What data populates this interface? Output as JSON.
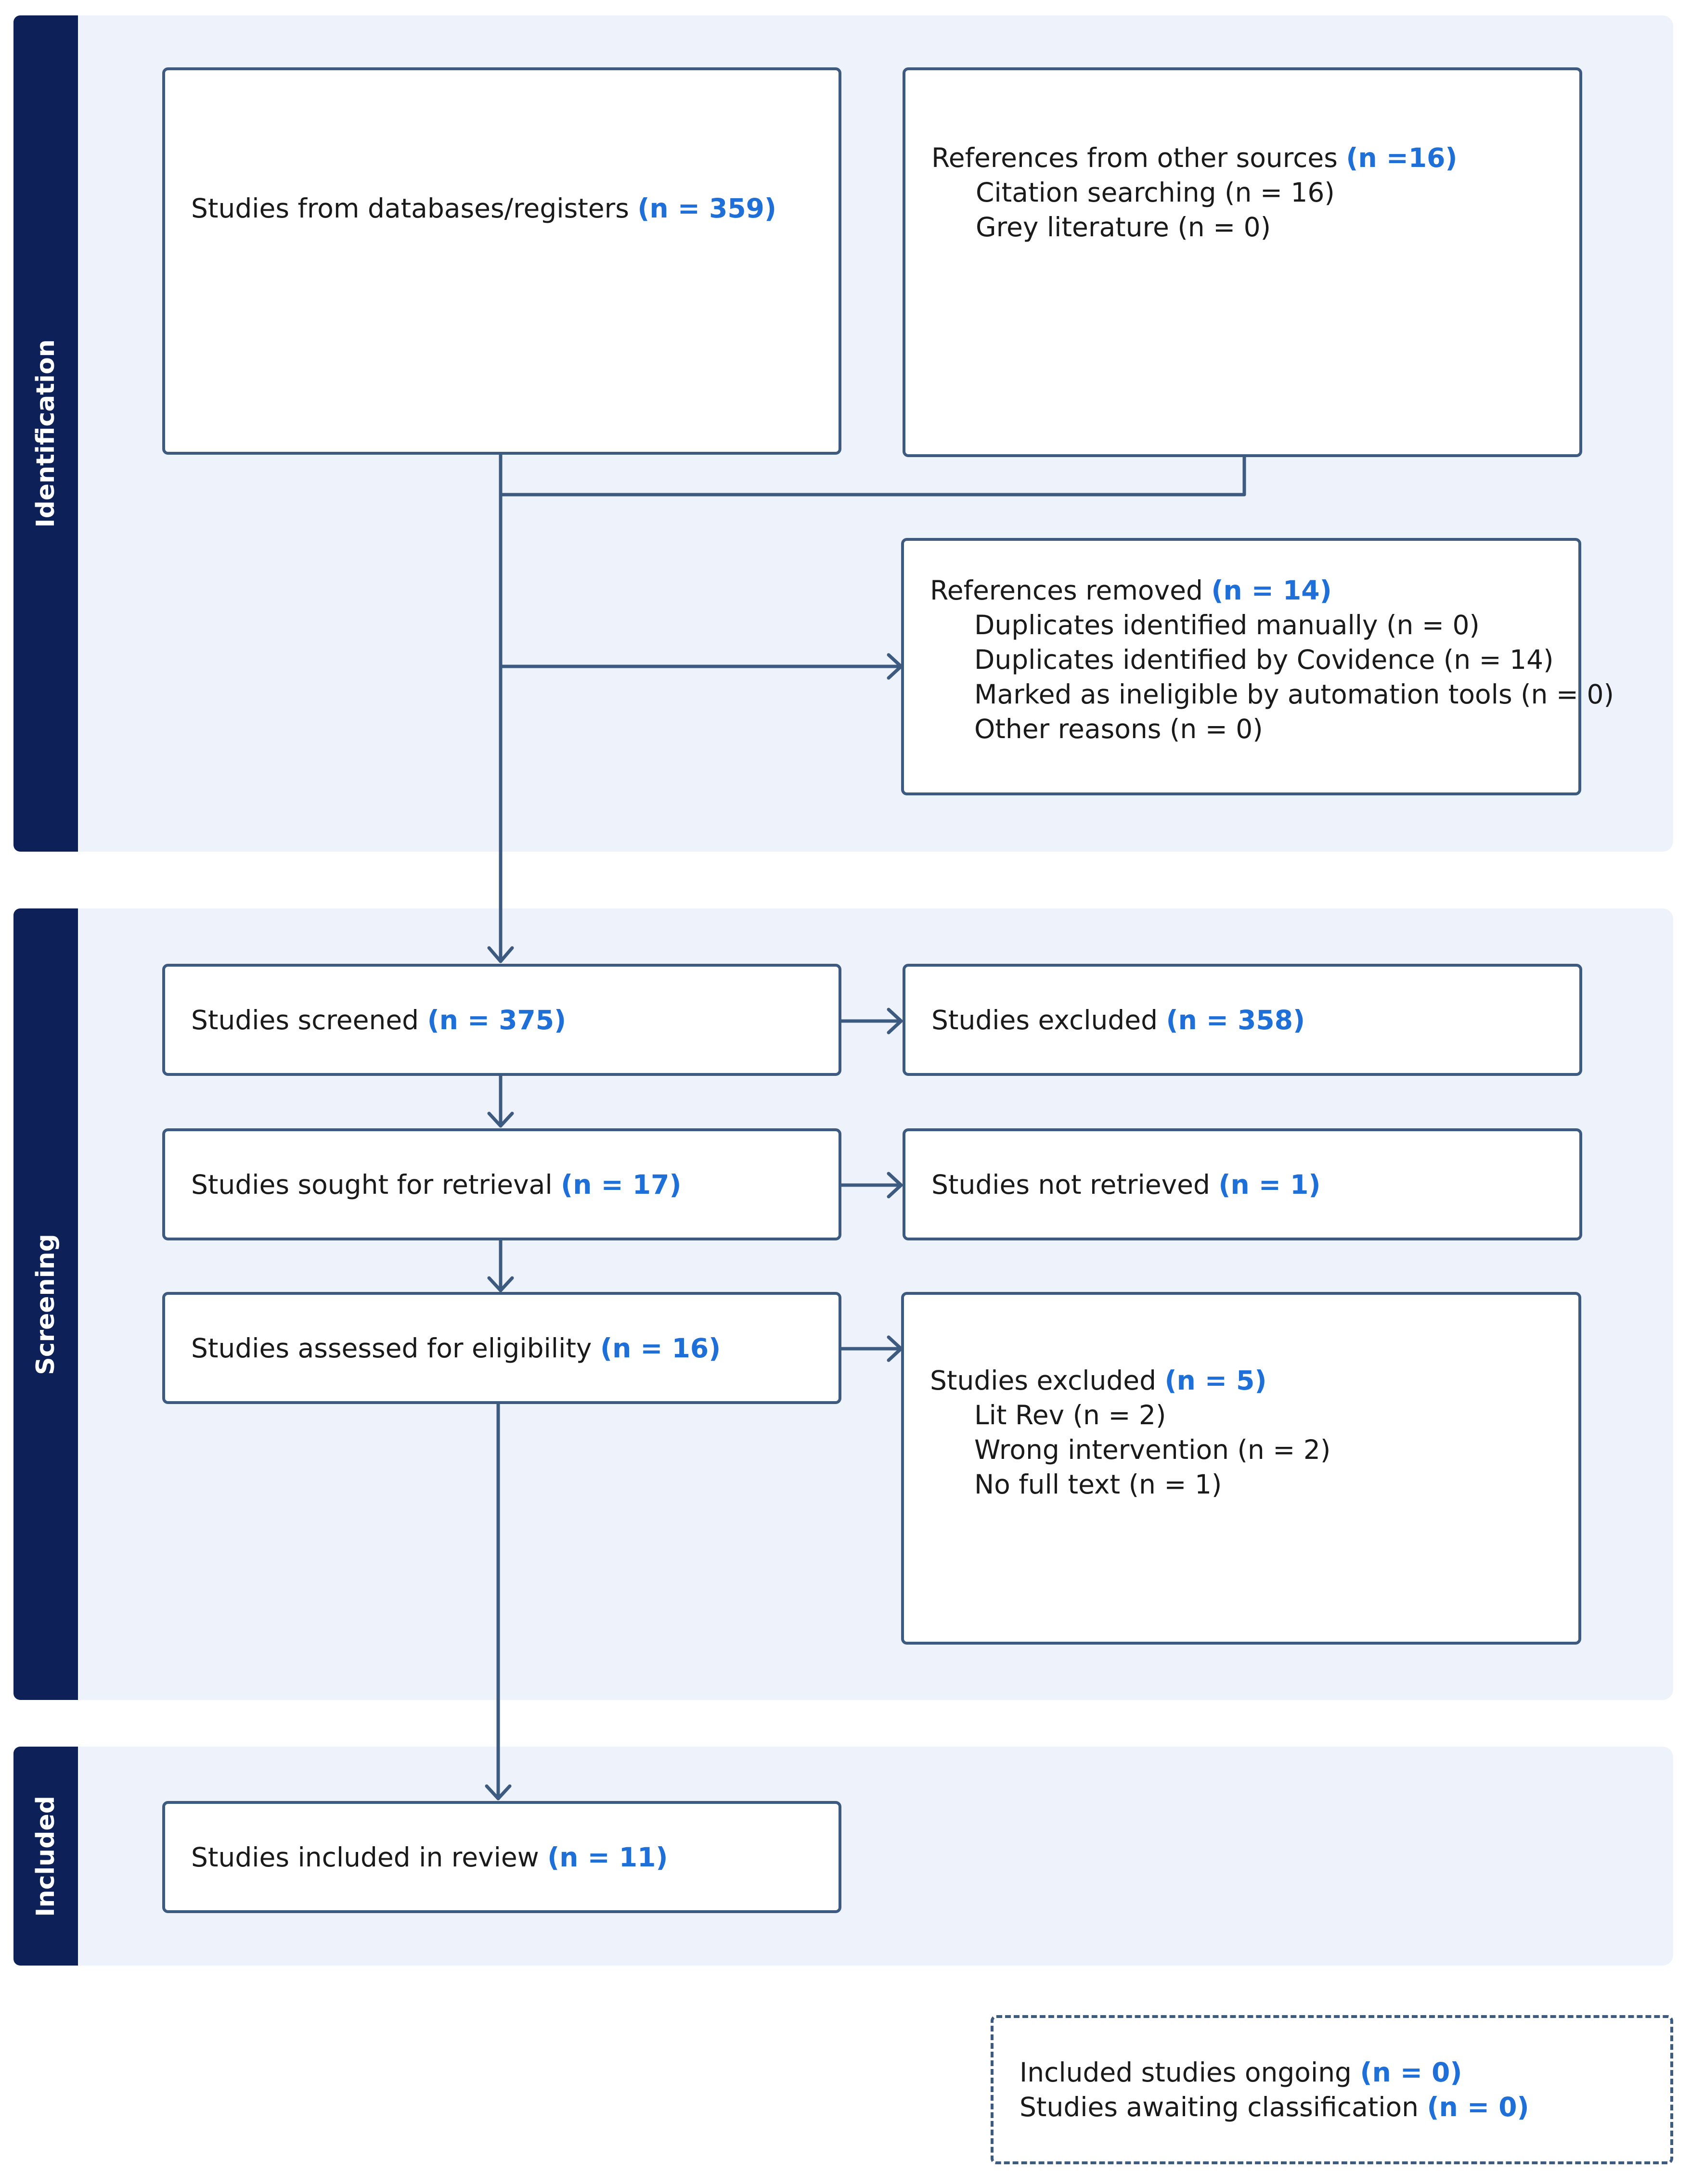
{
  "stages": {
    "identification": "Identification",
    "screening": "Screening",
    "included": "Included"
  },
  "boxes": {
    "databases": {
      "label": "Studies from databases/registers",
      "count": "(n = 359)"
    },
    "other_sources": {
      "label": "References from other sources",
      "count": "(n =16)",
      "items": [
        "Citation searching (n = 16)",
        "Grey literature (n = 0)"
      ]
    },
    "removed": {
      "label": "References removed",
      "count": "(n = 14)",
      "items": [
        "Duplicates identified manually (n = 0)",
        "Duplicates identified by Covidence (n = 14)",
        "Marked as ineligible by automation tools (n = 0)",
        "Other reasons (n = 0)"
      ]
    },
    "screened": {
      "label": "Studies screened",
      "count": "(n = 375)"
    },
    "screened_excluded": {
      "label": "Studies excluded",
      "count": "(n = 358)"
    },
    "sought": {
      "label": "Studies sought for retrieval",
      "count": "(n = 17)"
    },
    "not_retrieved": {
      "label": "Studies not retrieved",
      "count": "(n = 1)"
    },
    "assessed": {
      "label": "Studies assessed for eligibility",
      "count": "(n = 16)"
    },
    "eligibility_excluded": {
      "label": "Studies excluded",
      "count": "(n = 5)",
      "items": [
        "Lit Rev (n = 2)",
        "Wrong intervention (n = 2)",
        "No full text (n = 1)"
      ]
    },
    "included": {
      "label": "Studies included in review",
      "count": "(n = 11)"
    },
    "ongoing": {
      "label": "Included studies ongoing",
      "count": "(n = 0)"
    },
    "awaiting": {
      "label": "Studies awaiting classification",
      "count": "(n = 0)"
    }
  },
  "colors": {
    "stage_bar": "#0d2158",
    "section_bg": "#eef3fb",
    "box_border": "#3d5a80",
    "count_text": "#1f6fd9",
    "connector": "#3d5a80"
  }
}
